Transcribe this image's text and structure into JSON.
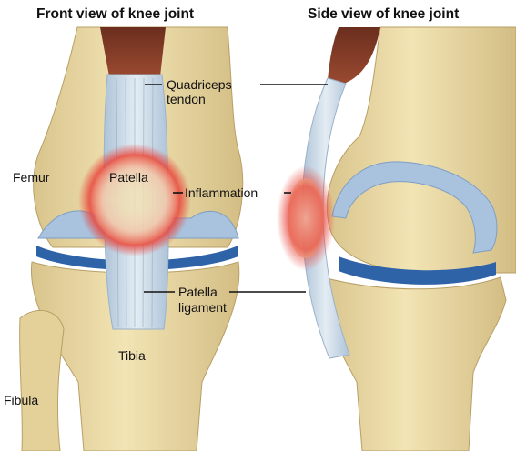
{
  "titles": {
    "front": "Front view of knee joint",
    "side": "Side view of knee joint"
  },
  "labels": {
    "quadriceps_line1": "Quadriceps",
    "quadriceps_line2": "tendon",
    "patella": "Patella",
    "inflammation": "Inflammation",
    "femur": "Femur",
    "patella_ligament_line1": "Patella",
    "patella_ligament_line2": "ligament",
    "tibia": "Tibia",
    "fibula": "Fibula"
  },
  "colors": {
    "bone": "#ecdba3",
    "bone_shadow": "#c9b27a",
    "cartilage": "#9db8d8",
    "meniscus": "#2f63a8",
    "tendon": "#c9d8e6",
    "muscle": "#7a3a26",
    "inflammation": "#e8463c"
  }
}
